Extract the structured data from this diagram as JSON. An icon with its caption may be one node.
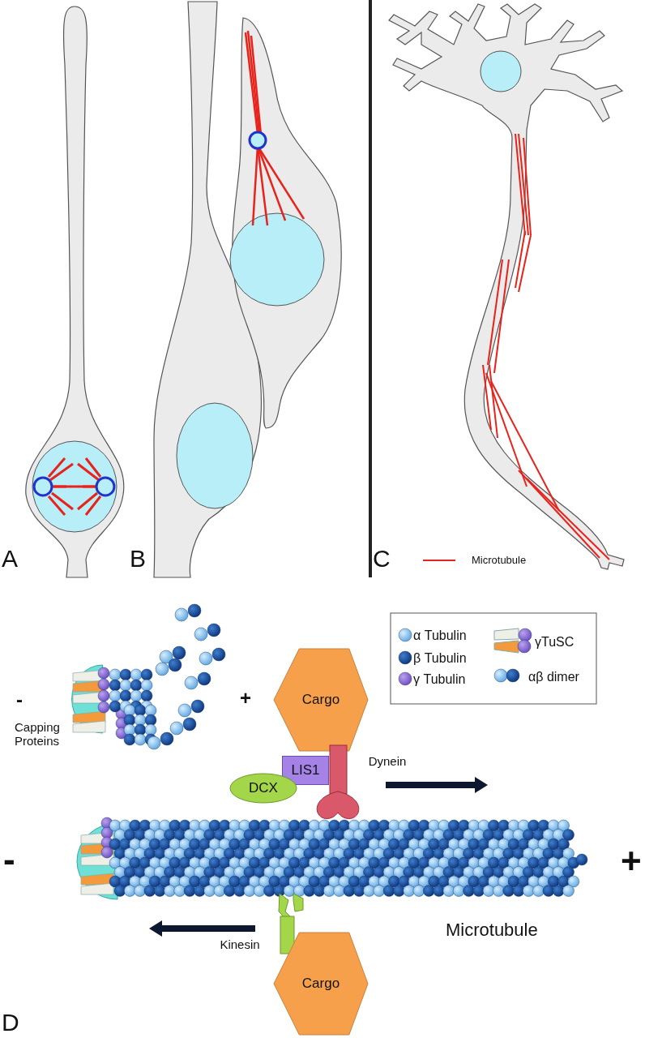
{
  "diagram": {
    "nodes": [
      {
        "text": [
          "Cargo"
        ]
      },
      {
        "text": [
          "LIS1"
        ]
      },
      {
        "text": [
          "DCX"
        ]
      },
      {
        "text": [
          "Dynein"
        ]
      },
      {
        "text": [
          "Kinesin"
        ]
      },
      {
        "text": [
          "Cargo"
        ]
      }
    ],
    "labels": [
      "A",
      "B",
      "C",
      "-",
      "+",
      "Capping Proteins",
      "-",
      "+",
      "Microtubule",
      "D"
    ],
    "legend": [
      {
        "text": "Microtubule"
      },
      {
        "text": "α Tubulin",
        "color": "#8ec8f0"
      },
      {
        "text": "β Tubulin",
        "color": "#1a4f9c"
      },
      {
        "text": "γ Tubulin",
        "color": "#8f6fd6"
      },
      {
        "text": "γTuSC"
      },
      {
        "text": "αβ dimer"
      }
    ]
  }
}
